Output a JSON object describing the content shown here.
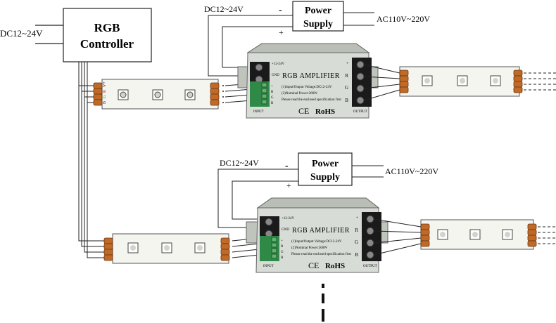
{
  "controller": {
    "title_line1": "RGB",
    "title_line2": "Controller",
    "input_label": "DC12~24V"
  },
  "power_supply": {
    "line1": "Power",
    "line2": "Supply",
    "ac_label": "AC110V~220V",
    "dc_label": "DC12~24V",
    "minus": "-",
    "plus": "+"
  },
  "amplifier": {
    "title": "RGB AMPLIFIER",
    "spec_voltage": "(1)Input/Output Voltage:DC12-24V",
    "spec_power": "(2)Nominal Power:360W",
    "spec_note": "Please read the enclosed specification first",
    "ce": "CE",
    "rohs": "RoHS",
    "input_label": "INPUT",
    "output_label": "OUTPUT",
    "terminal_power": "+12-24V",
    "terminal_gnd": "GND",
    "in_terminals": [
      "+",
      "R",
      "G",
      "B"
    ],
    "out_terminals": [
      "+",
      "R",
      "G",
      "B"
    ]
  },
  "strip": {
    "pin_labels": [
      "V+",
      "R",
      "G",
      "B"
    ],
    "pin_colors": [
      "#000000",
      "#d01010",
      "#10a010",
      "#1030d0"
    ]
  },
  "colors": {
    "stroke": "#222222",
    "amp_body": "#d8dcd6",
    "amp_top": "#b9beb6",
    "terminal_green": "#2f8a48",
    "terminal_black": "#1a1a1a",
    "copper": "#c06a28",
    "strip_bg": "#f4f5ef"
  }
}
